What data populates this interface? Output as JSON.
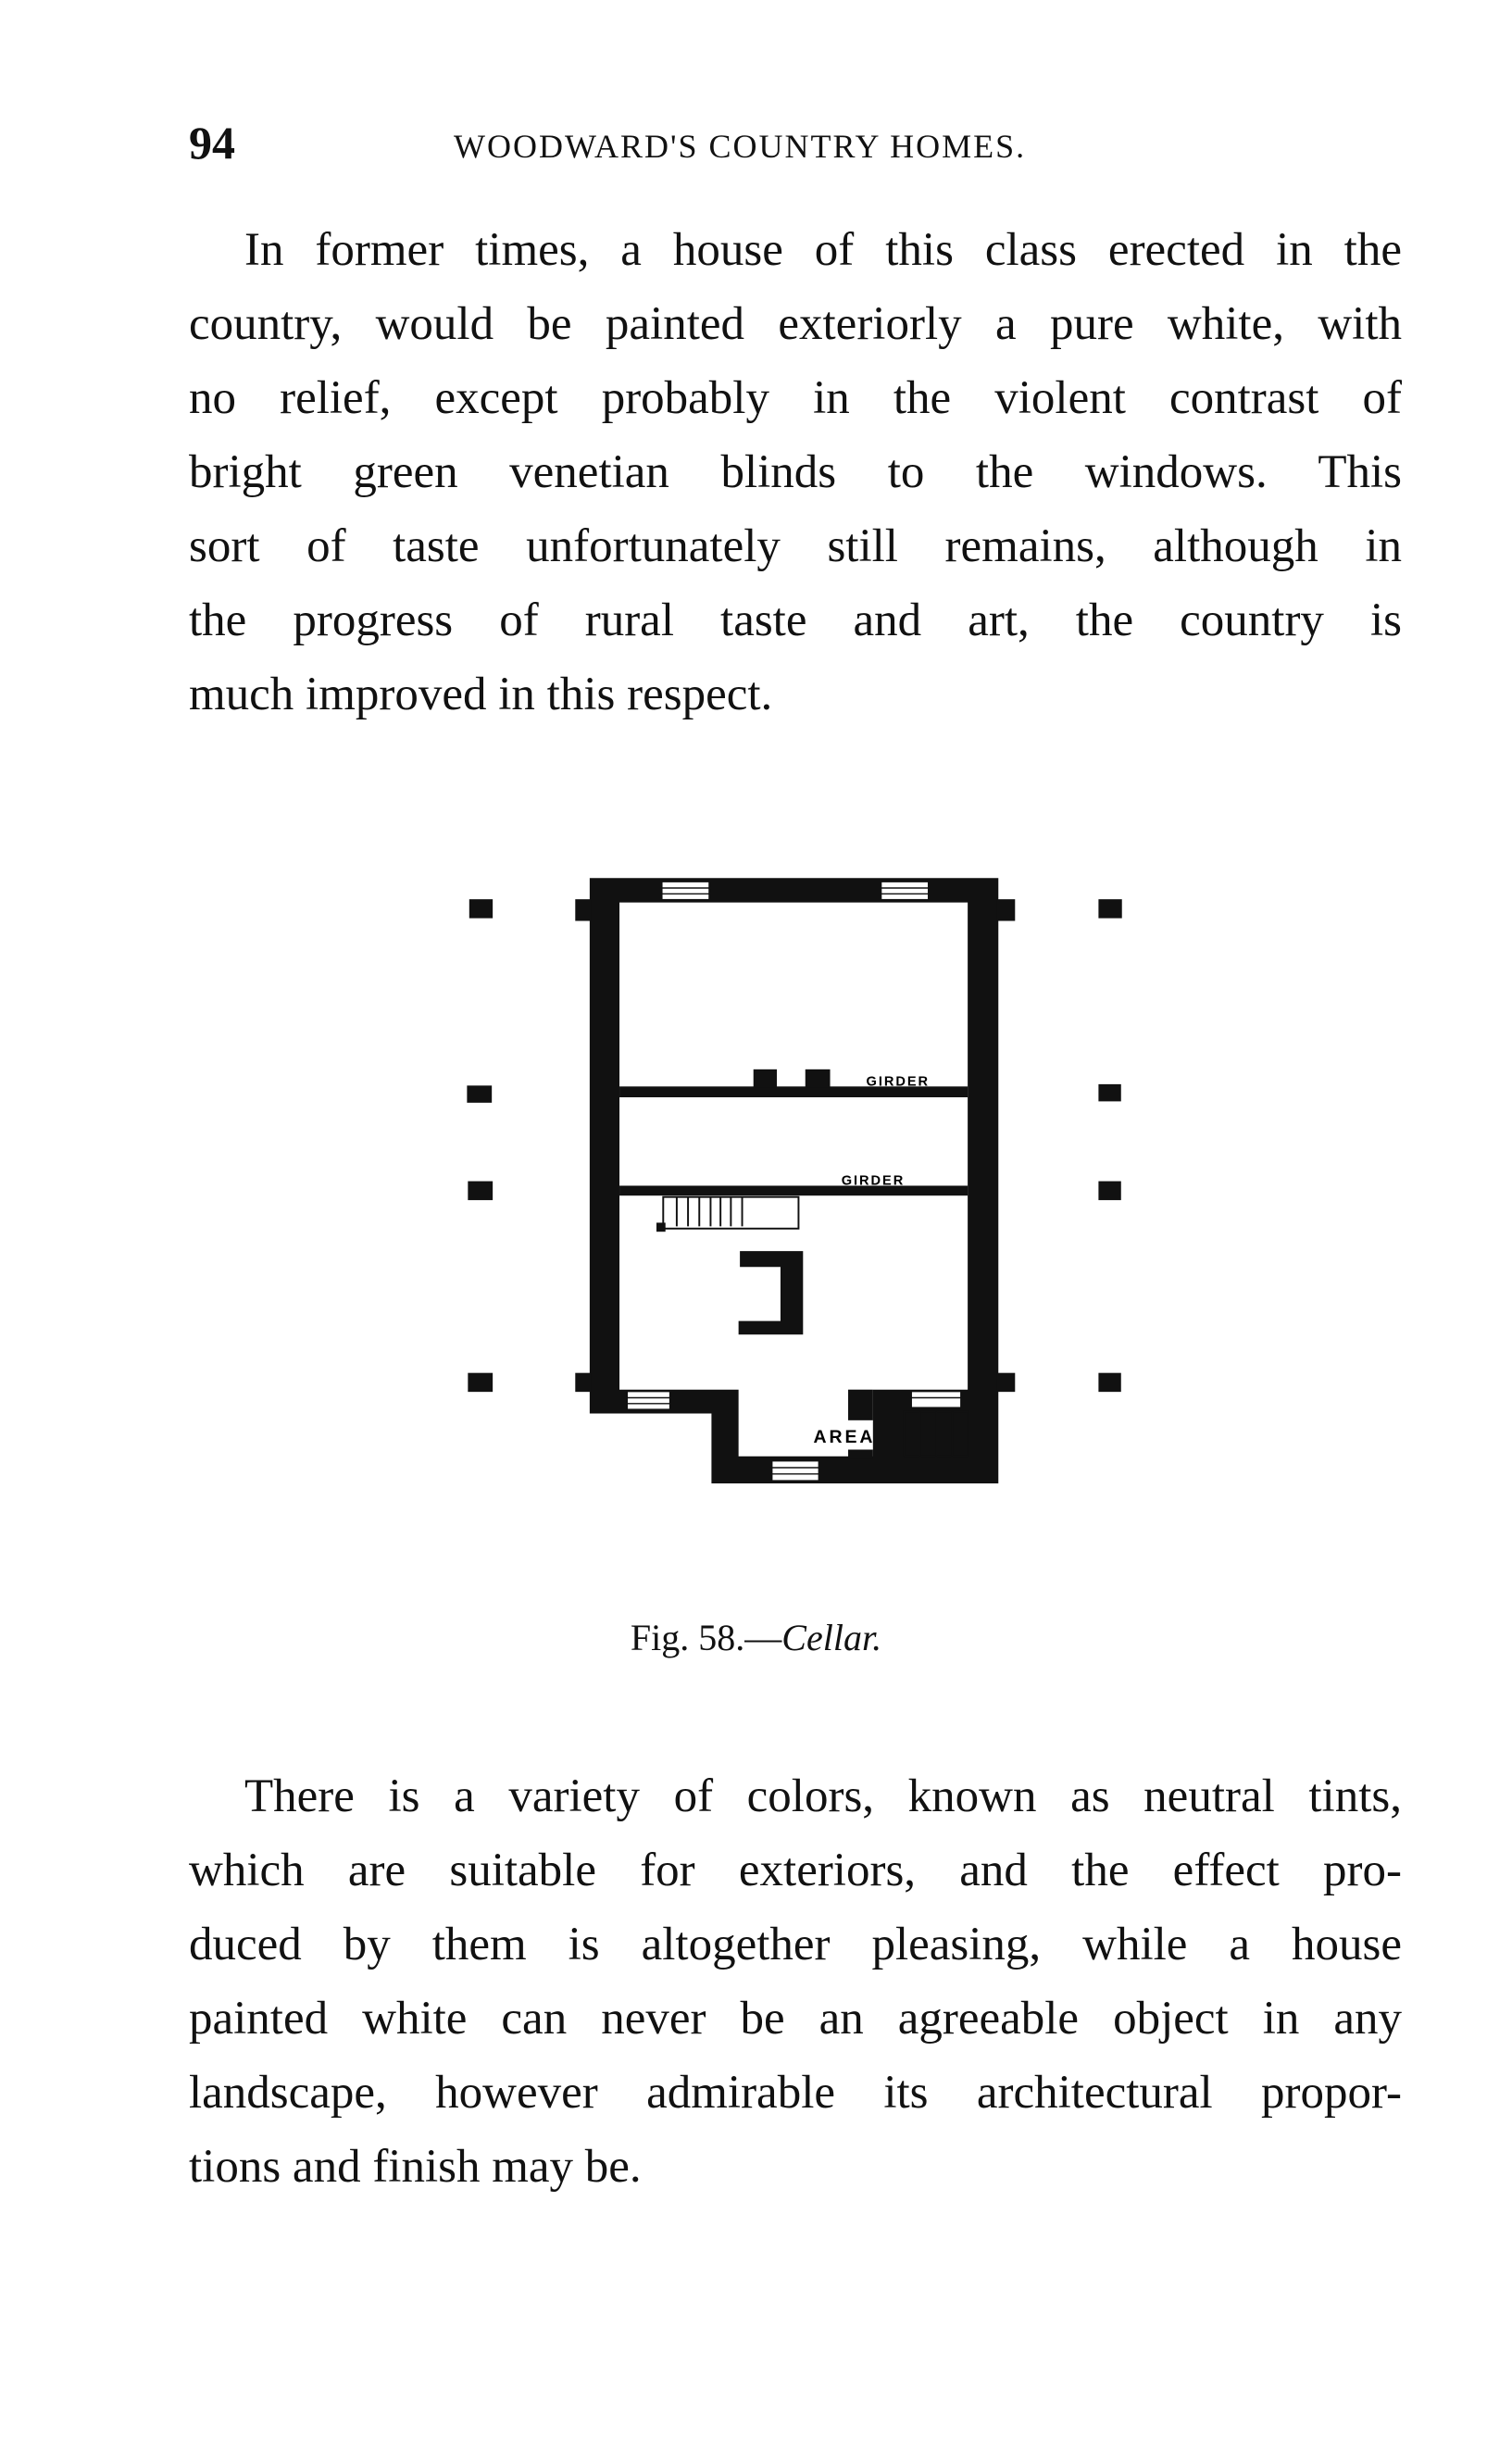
{
  "header": {
    "page_number": "94",
    "running_title": "WOODWARD'S COUNTRY HOMES."
  },
  "paragraph1": [
    "In former times, a house of this class erected in the",
    "country, would be painted exteriorly a pure white, with",
    "no relief, except probably in the violent contrast of",
    "bright green venetian blinds to the windows. This",
    "sort of taste unfortunately still remains, although in",
    "the progress of rural taste and art, the country is",
    "much improved in this respect."
  ],
  "figure": {
    "labels": {
      "girder_upper": "GIRDER",
      "girder_lower": "GIRDER",
      "area": "AREA"
    },
    "caption_number": "Fig. 58.—",
    "caption_title": "Cellar."
  },
  "paragraph2": [
    "There is a variety of colors, known as neutral tints,",
    "which are suitable for exteriors, and the effect pro-",
    "duced by them is altogether pleasing, while a house",
    "painted white can never be an agreeable object in any",
    "landscape, however admirable its architectural propor-",
    "tions and finish may be."
  ]
}
